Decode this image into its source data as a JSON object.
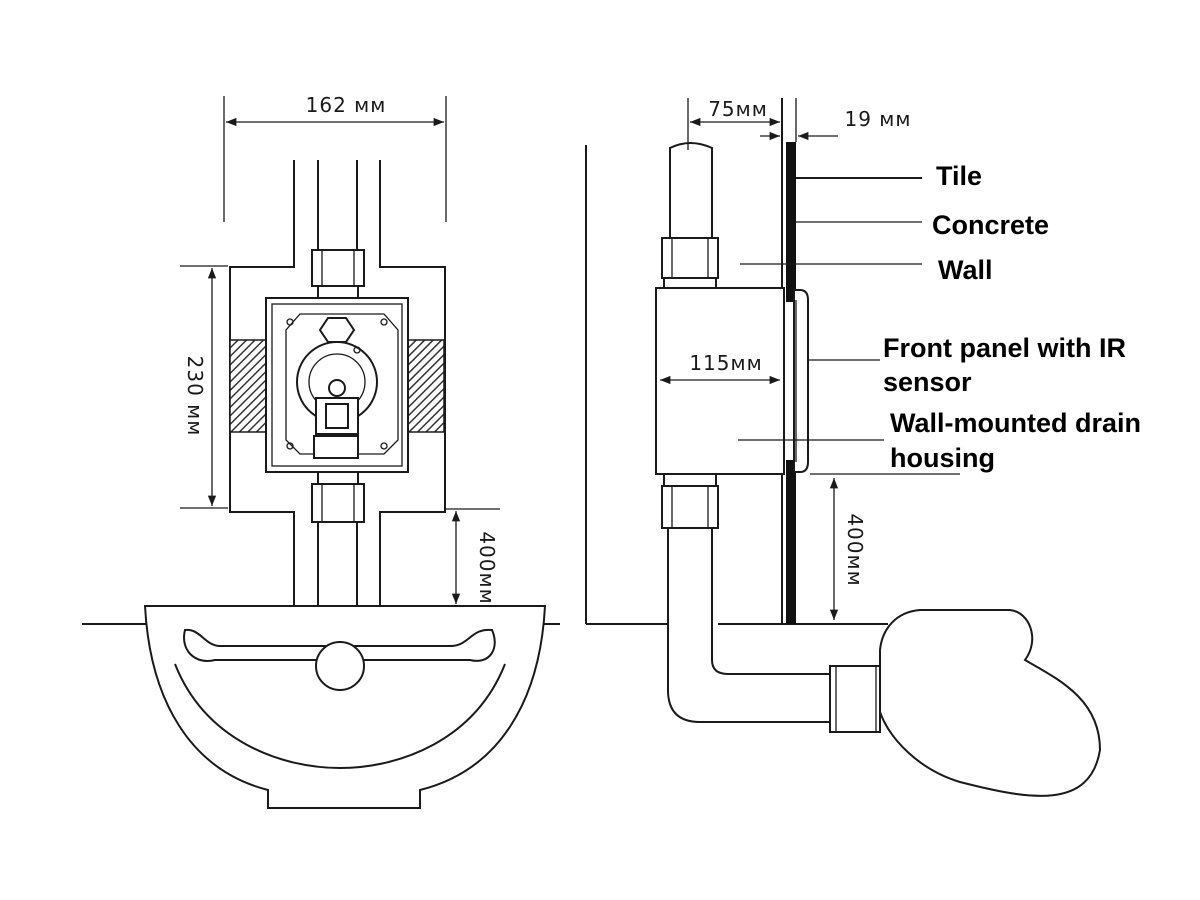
{
  "dimensions": {
    "width_front": "162 мм",
    "height_box": "230 мм",
    "drop_left": "400мм",
    "offset_side": "75мм",
    "wall_thickness": "19 мм",
    "depth_housing": "115мм",
    "drop_right": "400мм"
  },
  "labels": {
    "tile": "Tile",
    "concrete": "Concrete",
    "wall": "Wall",
    "front_panel_line1": "Front panel with IR",
    "front_panel_line2": "sensor",
    "drain_line1": "Wall-mounted drain",
    "drain_line2": "housing"
  },
  "colors": {
    "line": "#1a1a1a",
    "wall_plate": "#111111",
    "hatch": "#333333"
  }
}
